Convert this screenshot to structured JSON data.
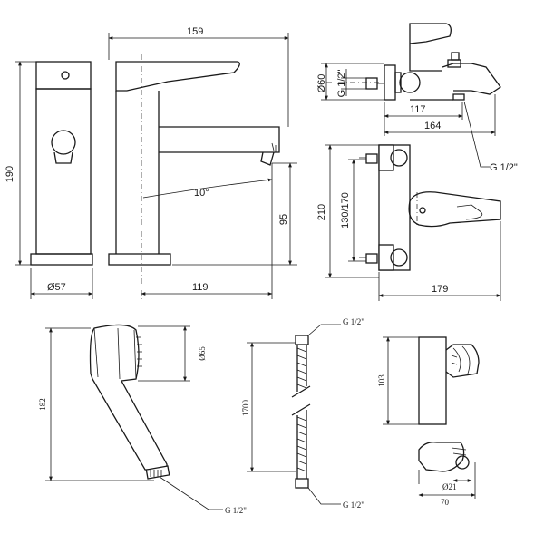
{
  "basin": {
    "width": "159",
    "height": "190",
    "base_diameter": "Ø57",
    "reach": "119",
    "spout_height": "95",
    "angle": "10°"
  },
  "bath": {
    "inlet_diameter": "Ø60",
    "inlet_thread": "G 1/2\"",
    "outlet_distance": "117",
    "total_length": "164",
    "outlet_thread": "G 1/2\"",
    "height": "210",
    "centers": "130/170",
    "width": "179"
  },
  "shower_head": {
    "diameter": "Ø65",
    "length": "182",
    "thread": "G 1/2\""
  },
  "hose": {
    "thread_top": "G 1/2\"",
    "length": "1700",
    "thread_bottom": "G 1/2\""
  },
  "holder": {
    "height": "103",
    "hole_diameter": "Ø21",
    "width": "70"
  }
}
